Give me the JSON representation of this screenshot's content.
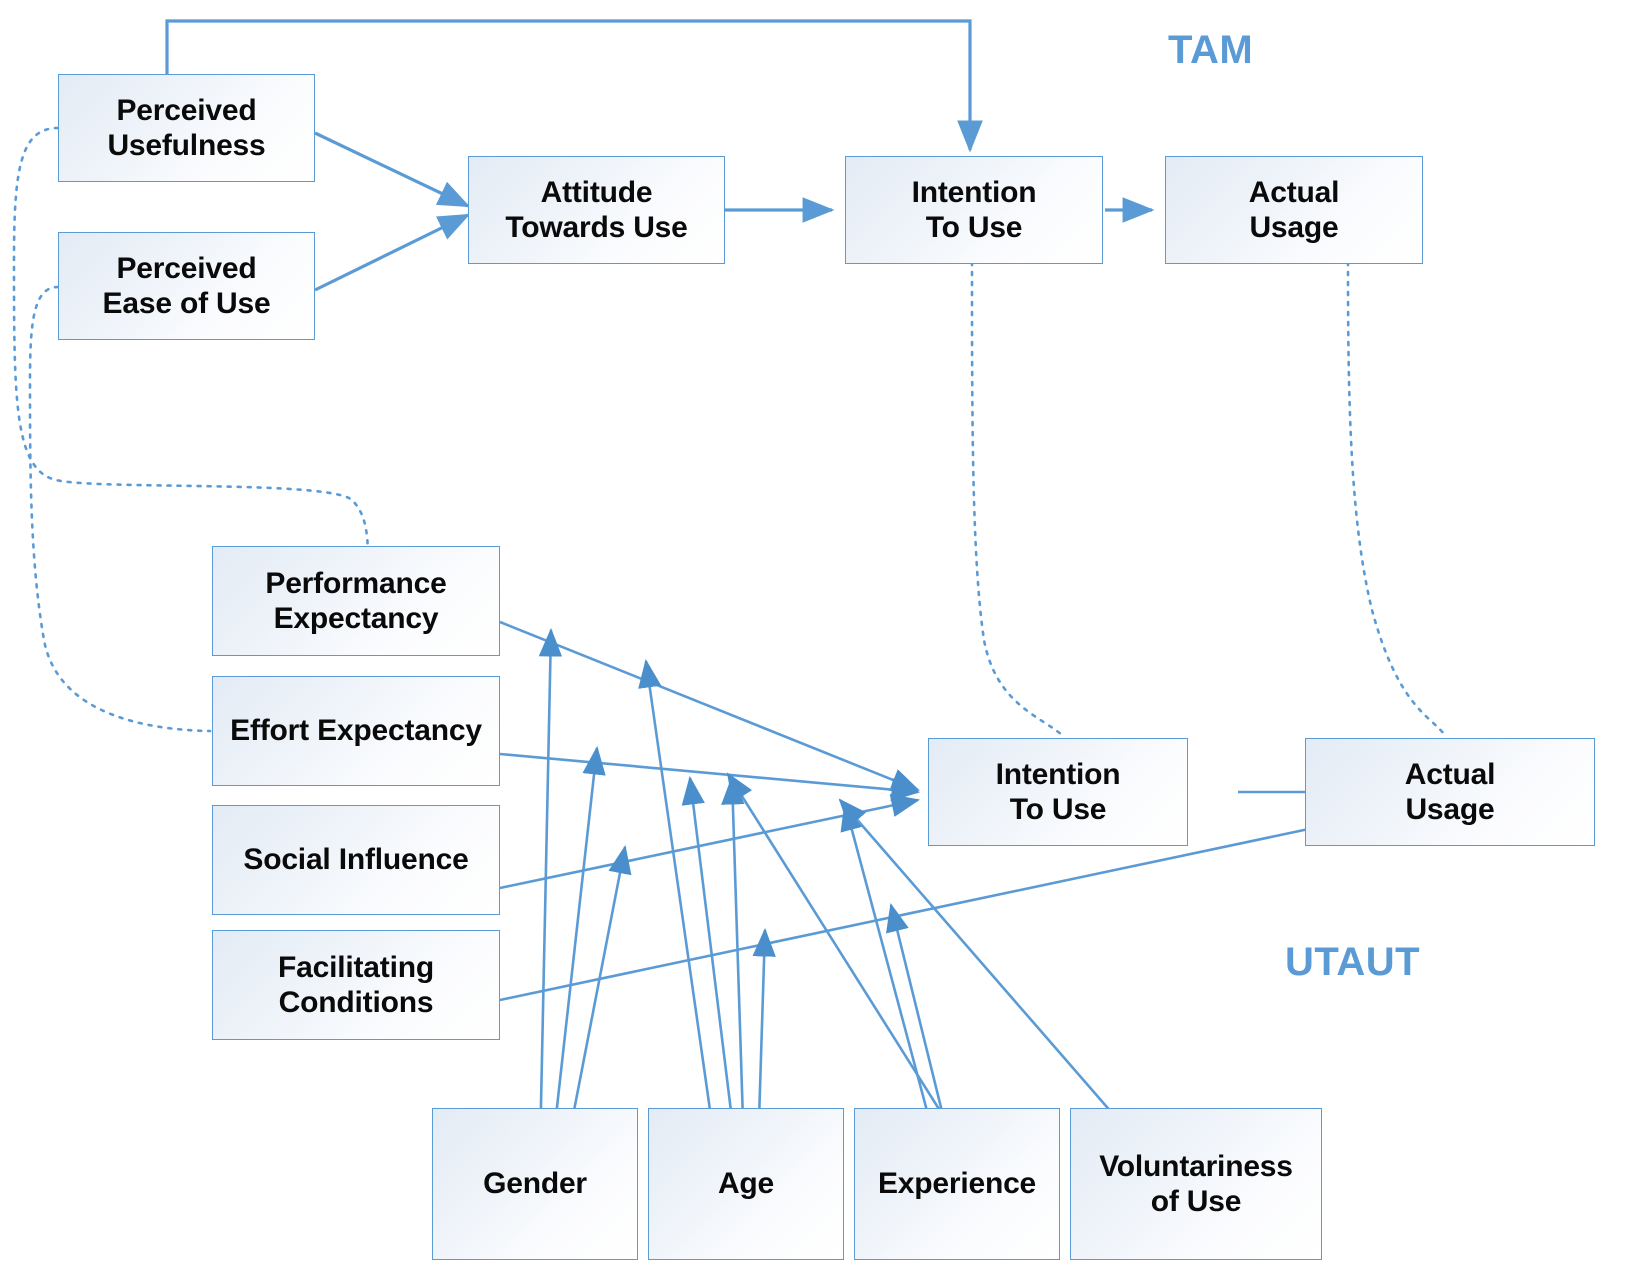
{
  "diagram": {
    "title_tam": "TAM",
    "title_utaut": "UTAUT",
    "accent_color": "#5b9bd5",
    "box_border_color": "#5b9bd5",
    "text_color": "#0a0a0a",
    "background": "#ffffff"
  },
  "tam": {
    "label": "TAM",
    "nodes": [
      {
        "id": "pu",
        "label": "Perceived\nUsefulness",
        "line1": "Perceived",
        "line2": "Usefulness"
      },
      {
        "id": "peou",
        "label": "Perceived\nEase of Use",
        "line1": "Perceived",
        "line2": "Ease of Use"
      },
      {
        "id": "atu",
        "label": "Attitude\nTowards Use",
        "line1": "Attitude",
        "line2": "Towards Use"
      },
      {
        "id": "itu",
        "label": "Intention\nTo Use",
        "line1": "Intention",
        "line2": "To Use"
      },
      {
        "id": "au",
        "label": "Actual\nUsage",
        "line1": "Actual",
        "line2": "Usage"
      }
    ],
    "edges": [
      {
        "from": "pu",
        "to": "atu",
        "style": "solid"
      },
      {
        "from": "peou",
        "to": "atu",
        "style": "solid"
      },
      {
        "from": "pu",
        "to": "itu",
        "style": "solid"
      },
      {
        "from": "atu",
        "to": "itu",
        "style": "solid"
      },
      {
        "from": "itu",
        "to": "au",
        "style": "solid"
      }
    ]
  },
  "utaut": {
    "label": "UTAUT",
    "nodes": [
      {
        "id": "pe",
        "label": "Performance\nExpectancy",
        "line1": "Performance",
        "line2": "Expectancy"
      },
      {
        "id": "ee",
        "label": "Effort Expectancy",
        "line1": "Effort Expectancy",
        "line2": ""
      },
      {
        "id": "si",
        "label": "Social Influence",
        "line1": "Social Influence",
        "line2": ""
      },
      {
        "id": "fc",
        "label": "Facilitating\nConditions",
        "line1": "Facilitating",
        "line2": "Conditions"
      },
      {
        "id": "itu2",
        "label": "Intention\nTo Use",
        "line1": "Intention",
        "line2": "To Use"
      },
      {
        "id": "au2",
        "label": "Actual\nUsage",
        "line1": "Actual",
        "line2": "Usage"
      }
    ],
    "moderators": [
      {
        "id": "gender",
        "label": "Gender",
        "line1": "Gender",
        "line2": ""
      },
      {
        "id": "age",
        "label": "Age",
        "line1": "Age",
        "line2": ""
      },
      {
        "id": "exp",
        "label": "Experience",
        "line1": "Experience",
        "line2": ""
      },
      {
        "id": "vol",
        "label": "Voluntariness\nof Use",
        "line1": "Voluntariness",
        "line2": "of Use"
      }
    ],
    "edges": [
      {
        "from": "pe",
        "to": "itu2",
        "style": "solid"
      },
      {
        "from": "ee",
        "to": "itu2",
        "style": "solid"
      },
      {
        "from": "si",
        "to": "itu2",
        "style": "solid"
      },
      {
        "from": "fc",
        "to": "au2",
        "style": "solid"
      },
      {
        "from": "itu2",
        "to": "au2",
        "style": "solid"
      },
      {
        "from": "gender",
        "to": "pe",
        "style": "solid"
      },
      {
        "from": "gender",
        "to": "ee",
        "style": "solid"
      },
      {
        "from": "gender",
        "to": "si",
        "style": "solid"
      },
      {
        "from": "age",
        "to": "pe",
        "style": "solid"
      },
      {
        "from": "age",
        "to": "ee",
        "style": "solid"
      },
      {
        "from": "age",
        "to": "si",
        "style": "solid"
      },
      {
        "from": "age",
        "to": "fc",
        "style": "solid"
      },
      {
        "from": "exp",
        "to": "ee",
        "style": "solid"
      },
      {
        "from": "exp",
        "to": "si",
        "style": "solid"
      },
      {
        "from": "exp",
        "to": "fc",
        "style": "solid"
      },
      {
        "from": "vol",
        "to": "si",
        "style": "solid"
      }
    ]
  },
  "cross_model_links": [
    {
      "from": "pu",
      "to": "pe",
      "style": "dotted"
    },
    {
      "from": "peou",
      "to": "ee",
      "style": "dotted"
    },
    {
      "from": "itu",
      "to": "itu2",
      "style": "dotted"
    },
    {
      "from": "au",
      "to": "au2",
      "style": "dotted"
    }
  ]
}
